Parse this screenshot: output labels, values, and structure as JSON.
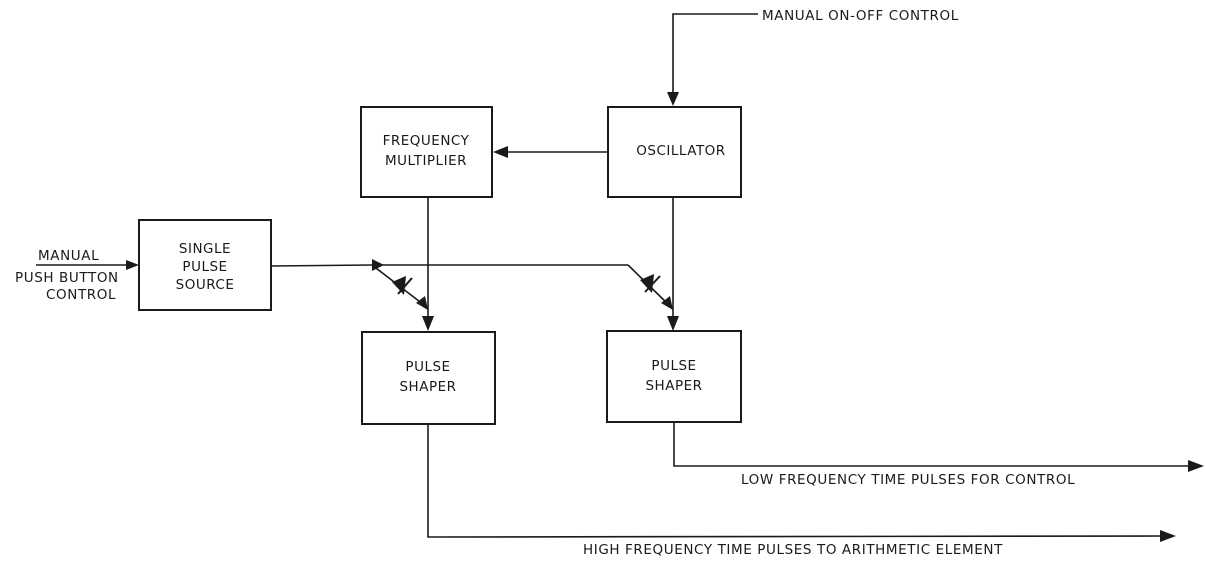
{
  "diagram": {
    "blocks": {
      "frequency_multiplier": [
        "FREQUENCY",
        "MULTIPLIER"
      ],
      "oscillator": [
        "OSCILLATOR"
      ],
      "single_pulse_source": [
        "SINGLE",
        "PULSE",
        "SOURCE"
      ],
      "pulse_shaper_left": [
        "PULSE",
        "SHAPER"
      ],
      "pulse_shaper_right": [
        "PULSE",
        "SHAPER"
      ]
    },
    "labels": {
      "manual_on_off": "MANUAL ON-OFF CONTROL",
      "manual": "MANUAL",
      "push_button": "PUSH BUTTON",
      "control": "CONTROL",
      "low_freq_output": "LOW FREQUENCY TIME PULSES FOR CONTROL",
      "high_freq_output": "HIGH FREQUENCY TIME PULSES TO ARITHMETIC ELEMENT"
    }
  }
}
